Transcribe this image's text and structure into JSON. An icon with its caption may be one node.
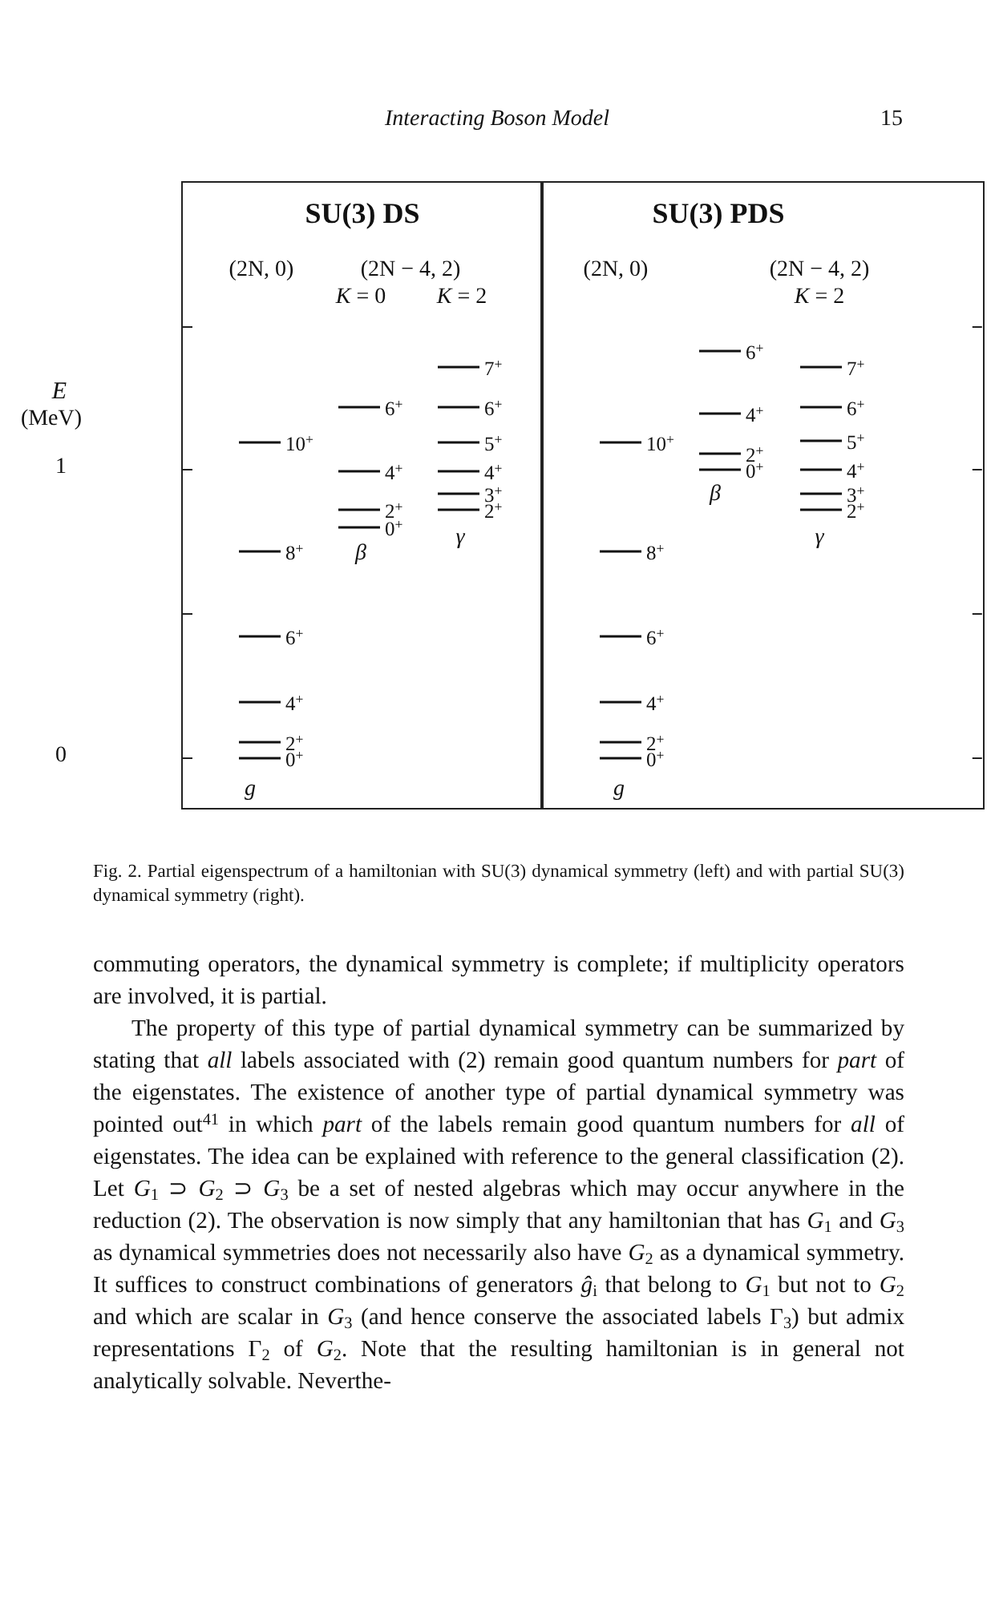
{
  "diagram": {
    "caption": "Fig. 2. Partial eigenspectrum of a hamiltonian with SU(3) dynamical symmetry (left) and with partial SU(3) dynamical symmetry (right).",
    "nodes": [
      {
        "text": [
          "SU(3) DS",
          "(2N, 0)",
          "(2N − 4, 2)",
          "*K* = 0",
          "*K* = 2",
          "10$^{+}$",
          "8$^{+}$",
          "6$^{+}$",
          "4$^{+}$",
          "2$^{+}$",
          "0$^{+}$",
          "g",
          "6$^{+}$",
          "4$^{+}$",
          "2$^{+}$",
          "0$^{+}$",
          "β",
          "7$^{+}$",
          "6$^{+}$",
          "5$^{+}$",
          "4$^{+}$",
          "3$^{+}$",
          "2$^{+}$",
          "γ"
        ]
      },
      {
        "text": [
          "SU(3) PDS",
          "(2N, 0)",
          "(2N − 4, 2)",
          "*K* = 2",
          "10$^{+}$",
          "8$^{+}$",
          "6$^{+}$",
          "4$^{+}$",
          "2$^{+}$",
          "0$^{+}$",
          "g",
          "6$^{+}$",
          "4$^{+}$",
          "2$^{+}$",
          "0$^{+}$",
          "β",
          "7$^{+}$",
          "6$^{+}$",
          "5$^{+}$",
          "4$^{+}$",
          "3$^{+}$",
          "2$^{+}$",
          "γ"
        ]
      }
    ],
    "labels": [
      "Interacting Boson Model",
      "15",
      "E",
      "(MeV)",
      "1",
      "0",
      "commuting operators, the dynamical symmetry is complete; if multiplicity operators are involved, it is partial.",
      "The property of this type of partial dynamical symmetry can be summarized by stating that *all* labels associated with (2) remain good quantum numbers for *part* of the eigenstates. The existence of another type of partial dynamical symmetry was pointed out$^{41}$ in which *part* of the labels remain good quantum numbers for *all* of eigenstates. The idea can be explained with reference to the general classification (2). Let *G*$_{1}$ ⊃ *G*$_{2}$ ⊃ *G*$_{3}$ be a set of nested algebras which may occur anywhere in the reduction (2). The observation is now simply that any hamiltonian that has *G*$_{1}$ and *G*$_{3}$ as dynamical symmetries does not necessarily also have *G*$_{2}$ as a dynamical symmetry. It suffices to construct combinations of generators *ĝ*$_{i}$ that belong to *G*$_{1}$ but not to *G*$_{2}$ and which are scalar in *G*$_{3}$ (and hence conserve the associated labels Γ$_{3}$) but admix representations Γ$_{2}$ of *G*$_{2}$. Note that the resulting hamiltonian is in general not analytically solvable. Neverthe-"
    ]
  }
}
